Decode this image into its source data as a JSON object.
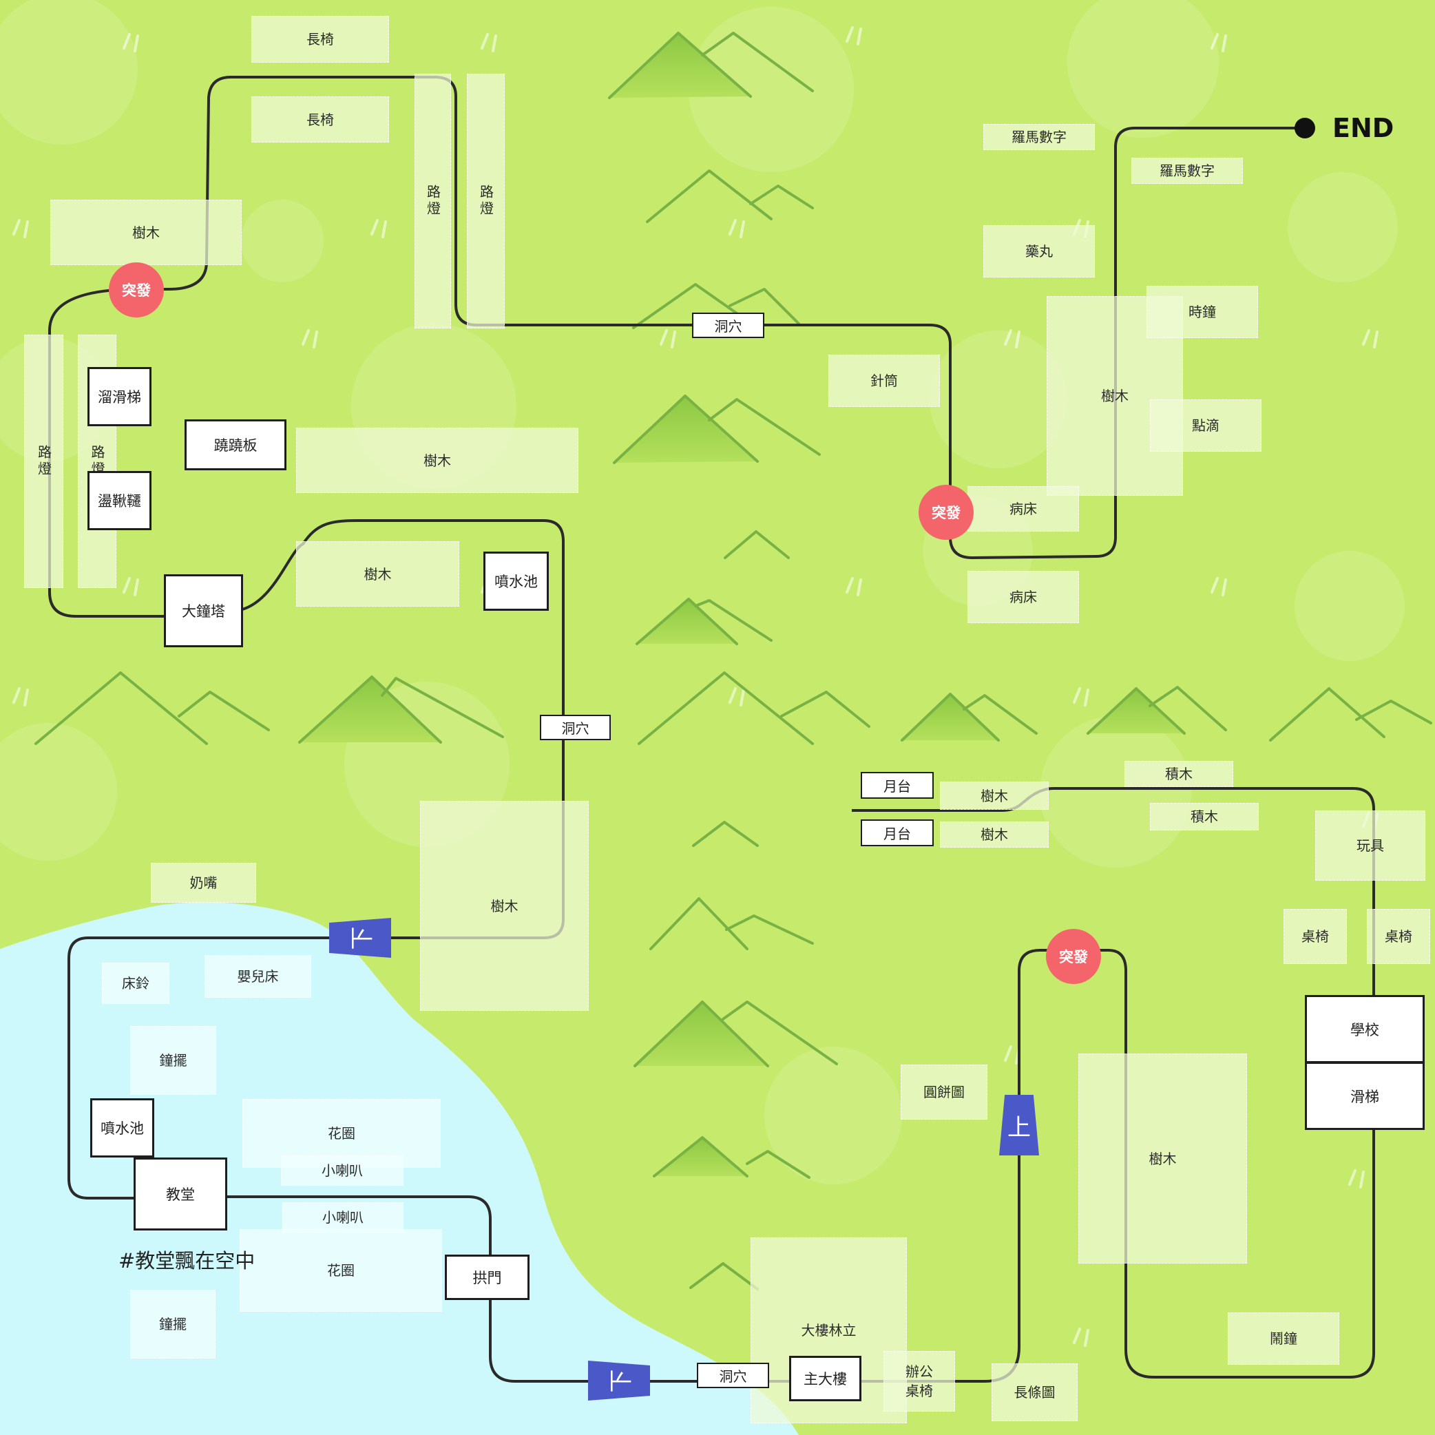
{
  "route_end_label": "END",
  "burst_label": "突發",
  "note": "#教堂飄在空中",
  "elevators": {
    "down": "下",
    "up": "上"
  },
  "colors": {
    "grass": "#c6eb6c",
    "water": "#cdf9fc",
    "route": "#2a2a2a",
    "burst": "#f4656b",
    "elevator": "#4b58c8"
  },
  "areas": {
    "bench_1": "長椅",
    "bench_2": "長椅",
    "lamp_1": "路燈",
    "lamp_2": "路燈",
    "tree_1": "樹木",
    "lamp_3": "路燈",
    "lamp_4": "路燈",
    "tree_2": "樹木",
    "tree_3": "樹木",
    "roman_1": "羅馬數字",
    "roman_2": "羅馬數字",
    "pill": "藥丸",
    "clock": "時鐘",
    "syringe": "針筒",
    "tree_4": "樹木",
    "drip": "點滴",
    "bed_1": "病床",
    "bed_2": "病床",
    "tree_5": "樹木",
    "pacifier": "奶嘴",
    "rattle": "床鈴",
    "crib": "嬰兒床",
    "gong_1": "鐘擺",
    "wreath_1": "花圈",
    "trumpet_1": "小喇叭",
    "trumpet_2": "小喇叭",
    "wreath_2": "花圈",
    "gong_2": "鐘擺",
    "tree_6": "樹木",
    "tree_7": "樹木",
    "blocks_1": "積木",
    "blocks_2": "積木",
    "toy": "玩具",
    "desk_1": "桌椅",
    "desk_2": "桌椅",
    "pie_chart": "圓餅圖",
    "tree_8": "樹木",
    "forest": "大樓林立",
    "office": "辦公\n桌椅",
    "bar_chart": "長條圖",
    "alarm": "鬧鐘"
  },
  "nodes": {
    "slide_1": "溜滑梯",
    "seesaw": "蹺蹺板",
    "swing": "盪鞦韆",
    "clock_tower": "大鐘塔",
    "fountain_1": "噴水池",
    "cave_1": "洞穴",
    "cave_2": "洞穴",
    "fountain_2": "噴水池",
    "church": "教堂",
    "arch": "拱門",
    "cave_3": "洞穴",
    "main_building": "主大樓",
    "platform_1": "月台",
    "platform_2": "月台",
    "school": "學校",
    "slide_2": "滑梯"
  }
}
